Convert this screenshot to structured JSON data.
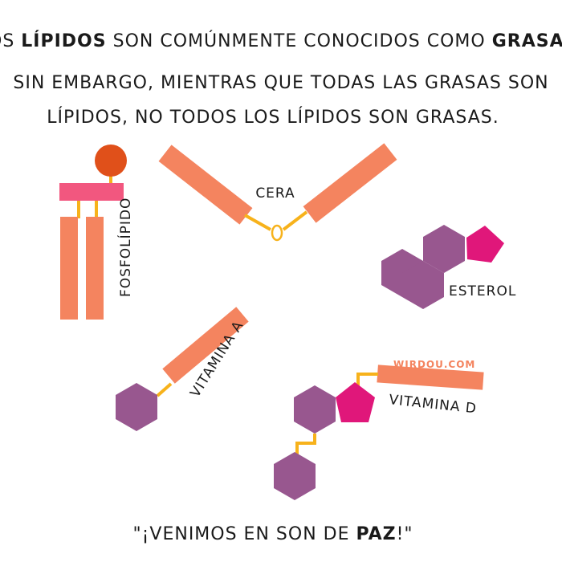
{
  "intro": {
    "line1": {
      "a": "LOS ",
      "b": "LÍPIDOS",
      "c": " SON COMÚNMENTE CONOCIDOS COMO ",
      "d": "GRASAS",
      "e": "."
    },
    "line2": "SIN EMBARGO, MIENTRAS QUE TODAS LAS GRASAS SON",
    "line3": "LÍPIDOS, NO TODOS LOS LÍPIDOS SON GRASAS."
  },
  "labels": {
    "fosfolipido": "FOSFOLÍPIDO",
    "cera": "CERA",
    "esterol": "ESTEROL",
    "vitamina_a": "VITAMINA A",
    "vitamina_d": "VITAMINA D"
  },
  "watermark": "WIRDOU.COM",
  "footer": {
    "open": "\"¡VENIMOS EN SON DE ",
    "bold": "PAZ",
    "close": "!\""
  },
  "colors": {
    "salmon": "#F4845F",
    "pink_bar": "#F2577F",
    "head_red": "#E0501A",
    "linker_yellow": "#F7B21B",
    "purple": "#98578F",
    "magenta": "#E0177A"
  }
}
